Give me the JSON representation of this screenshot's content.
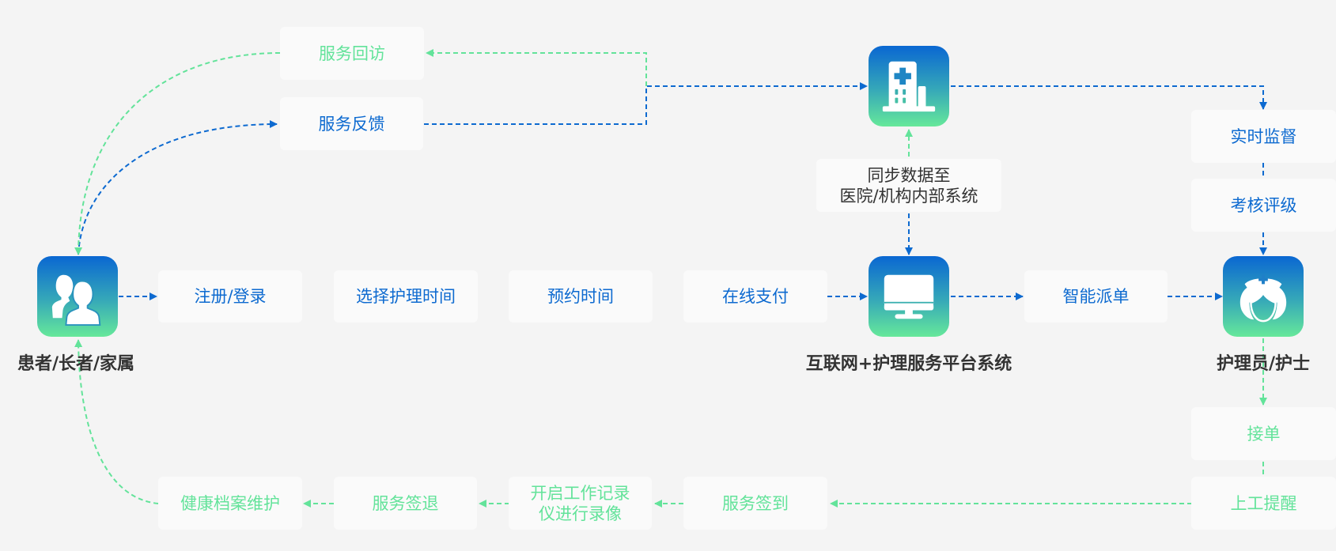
{
  "colors": {
    "blue": "#0d6ad0",
    "green": "#63e39a",
    "background": "#f4f4f4",
    "box": "#fafafa",
    "label": "#333333"
  },
  "actors": {
    "patient": {
      "label": "患者/长者/家属",
      "icon": "patients-icon"
    },
    "platform": {
      "label": "互联网+护理服务平台系统",
      "icon": "monitor-icon"
    },
    "hospital": {
      "label": "",
      "icon": "hospital-icon"
    },
    "nurse": {
      "label": "护理员/护士",
      "icon": "nurse-icon"
    }
  },
  "steps": {
    "register": "注册/登录",
    "choose_time": "选择护理时间",
    "appointment": "预约时间",
    "pay": "在线支付",
    "dispatch": "智能派单",
    "sync_line1": "同步数据至",
    "sync_line2": "医院/机构内部系统",
    "monitor": "实时监督",
    "evaluate": "考核评级",
    "accept": "接单",
    "remind": "上工提醒",
    "checkin": "服务签到",
    "record_line1": "开启工作记录",
    "record_line2": "仪进行录像",
    "checkout": "服务签退",
    "health_record": "健康档案维护",
    "revisit": "服务回访",
    "feedback": "服务反馈"
  }
}
